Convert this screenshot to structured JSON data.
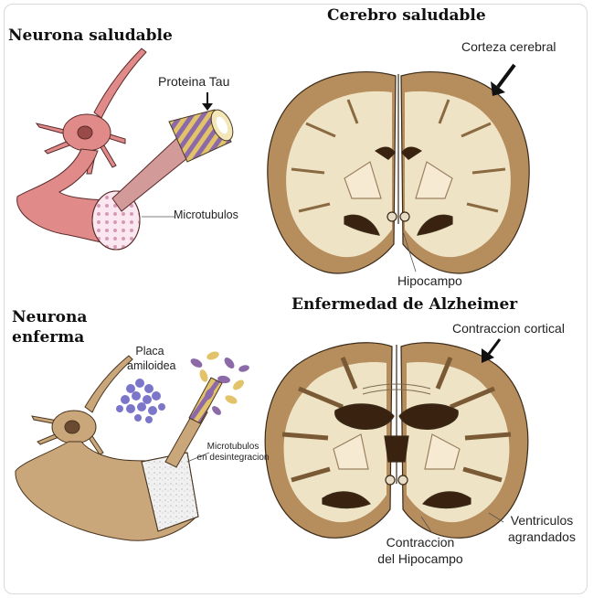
{
  "headings": {
    "healthy_neuron": "Neurona saludable",
    "healthy_brain": "Cerebro saludable",
    "diseased_neuron_line1": "Neurona",
    "diseased_neuron_line2": "enferma",
    "alzheimer_brain": "Enfermedad de Alzheimer"
  },
  "labels": {
    "tau": "Proteina Tau",
    "microtubules": "Microtubulos",
    "cortex": "Corteza cerebral",
    "hippocampus": "Hipocampo",
    "plaque_line1": "Placa",
    "plaque_line2": "amiloidea",
    "disintegrating_line1": "Microtubulos",
    "disintegrating_line2": "en desintegracion",
    "cortical_shrink": "Contraccion cortical",
    "enlarged_ventricles_line1": "Ventriculos",
    "enlarged_ventricles_line2": "agrandados",
    "hippo_shrink_line1": "Contraccion",
    "hippo_shrink_line2": "del Hipocampo"
  },
  "colors": {
    "neuron": "#e08a8a",
    "neuron_diseased": "#c9a77a",
    "brain_gray": "#b68d5c",
    "brain_white": "#efe3c6",
    "ventricle": "#3a2210",
    "plaque": "#7b76c9",
    "tau_gold": "#e2c36a",
    "tau_purple": "#8c6aa8"
  }
}
